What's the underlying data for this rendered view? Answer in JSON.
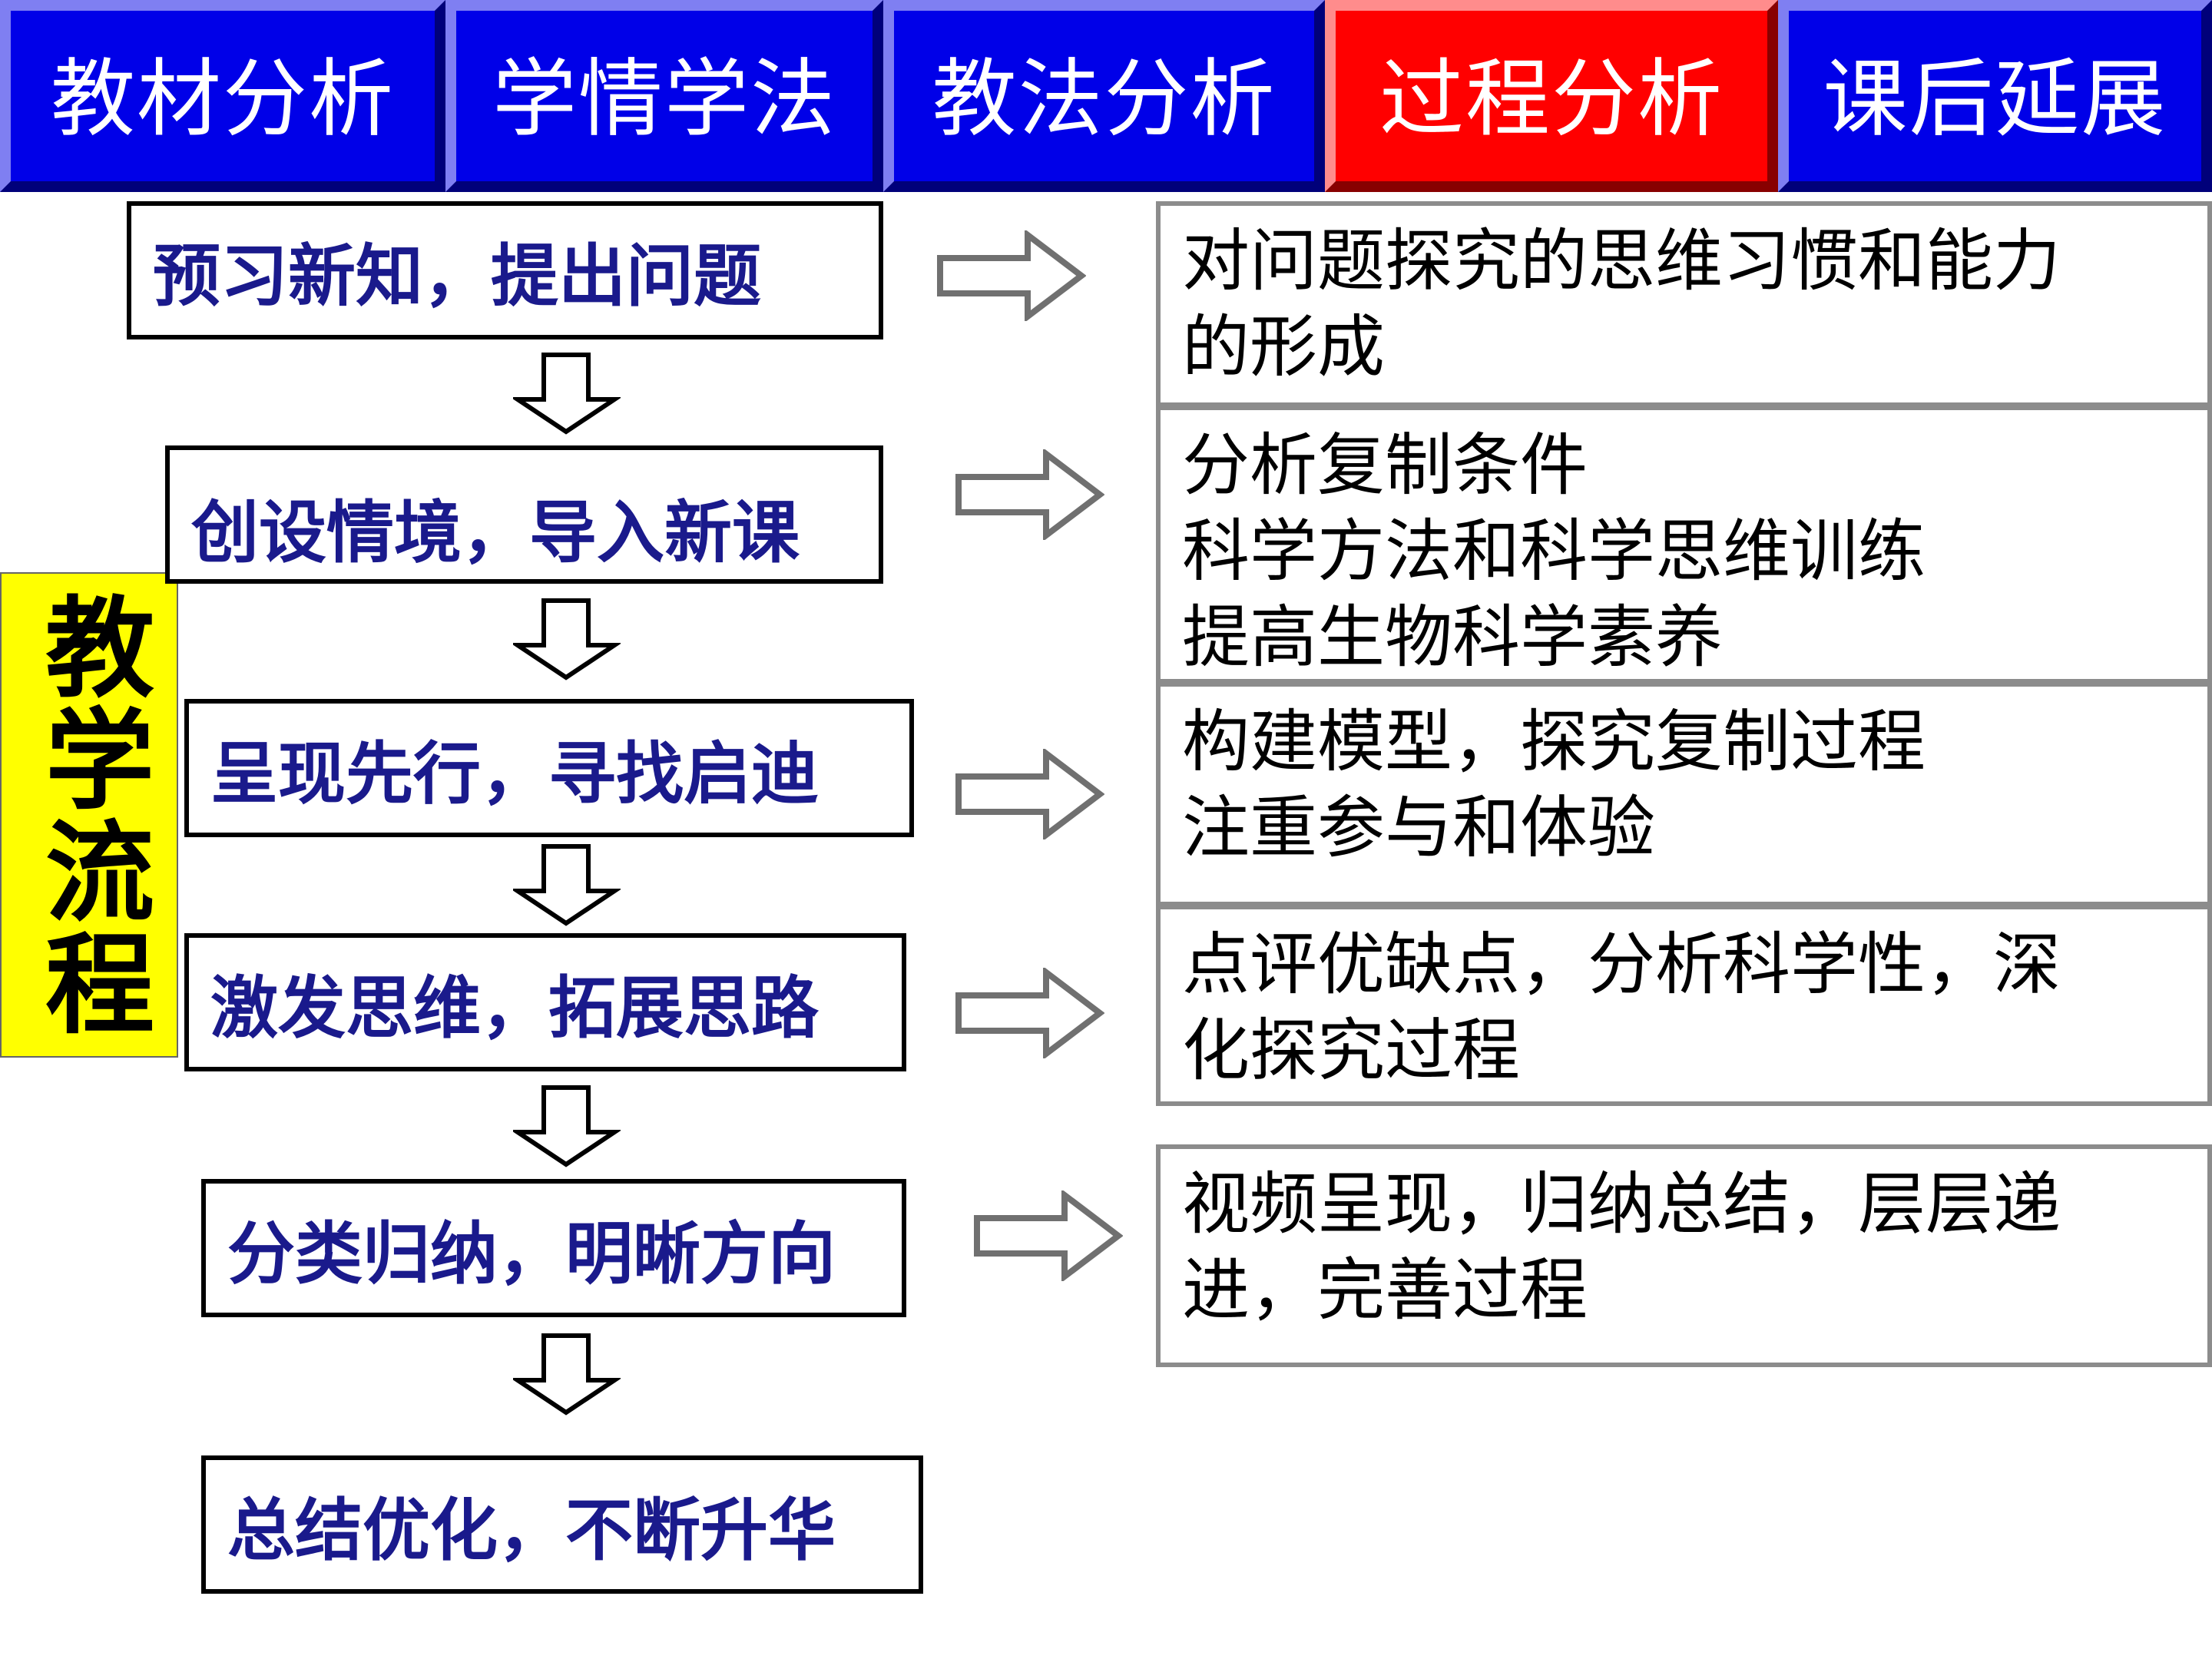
{
  "nav": {
    "tabs": [
      {
        "label": "教材分析",
        "active": false
      },
      {
        "label": "学情学法",
        "active": false
      },
      {
        "label": "教法分析",
        "active": false
      },
      {
        "label": "过程分析",
        "active": true
      },
      {
        "label": "课后延展",
        "active": false
      }
    ]
  },
  "side_label": "教学流程",
  "steps": [
    "预习新知，提出问题",
    "创设情境，导入新课",
    "呈现先行，寻找启迪",
    "激发思维，拓展思路",
    "分类归纳，明晰方向",
    "总结优化，不断升华"
  ],
  "descriptions": [
    [
      "对问题探究的思维习惯和能力",
      "的形成"
    ],
    [
      "分析复制条件",
      "科学方法和科学思维训练",
      "提高生物科学素养"
    ],
    [
      "构建模型，探究复制过程",
      "注重参与和体验"
    ],
    [
      "点评优缺点，分析科学性，深",
      "化探究过程"
    ],
    [
      "视频呈现，归纳总结，层层递",
      "进，完善过程"
    ]
  ],
  "colors": {
    "tab_blue": "#0000e8",
    "tab_active": "#ff0000",
    "side_label_bg": "#ffff00",
    "step_text": "#1a1a8c",
    "desc_border": "#8c8c8c"
  }
}
